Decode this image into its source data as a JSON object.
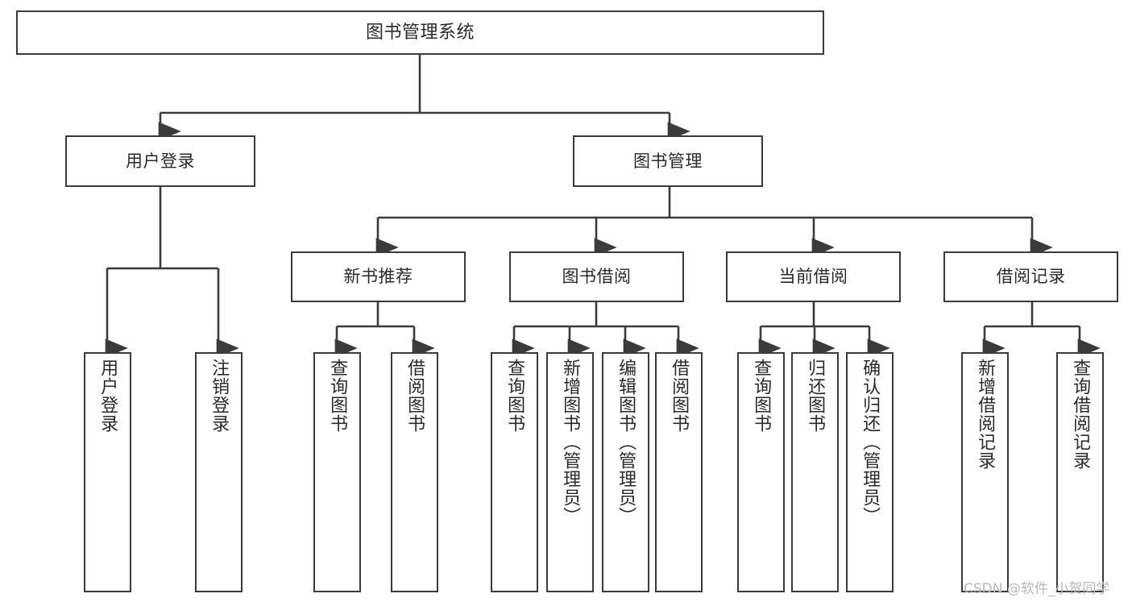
{
  "diagram": {
    "title": "图书管理系统",
    "type": "tree",
    "style": {
      "background": "#ffffff",
      "box_border": "#3b3b3b",
      "box_fill": "#ffffff",
      "text": "#2a2a2a",
      "line": "#3b3b3b"
    },
    "root": {
      "label": "图书管理系统",
      "orientation": "horizontal"
    },
    "level1": [
      {
        "label": "用户登录",
        "orientation": "horizontal"
      },
      {
        "label": "图书管理",
        "orientation": "horizontal"
      }
    ],
    "level2": [
      {
        "label": "新书推荐",
        "orientation": "horizontal",
        "parent": "图书管理"
      },
      {
        "label": "图书借阅",
        "orientation": "horizontal",
        "parent": "图书管理"
      },
      {
        "label": "当前借阅",
        "orientation": "horizontal",
        "parent": "图书管理"
      },
      {
        "label": "借阅记录",
        "orientation": "horizontal",
        "parent": "图书管理"
      }
    ],
    "leaves": [
      {
        "label": "用户登录",
        "orientation": "vertical",
        "parent": "用户登录"
      },
      {
        "label": "注销登录",
        "orientation": "vertical",
        "parent": "用户登录"
      },
      {
        "label": "查询图书",
        "orientation": "vertical",
        "parent": "新书推荐"
      },
      {
        "label": "借阅图书",
        "orientation": "vertical",
        "parent": "新书推荐"
      },
      {
        "label": "查询图书",
        "orientation": "vertical",
        "parent": "图书借阅"
      },
      {
        "label": "新增图书（管理员）",
        "orientation": "vertical",
        "parent": "图书借阅"
      },
      {
        "label": "编辑图书（管理员）",
        "orientation": "vertical",
        "parent": "图书借阅"
      },
      {
        "label": "借阅图书",
        "orientation": "vertical",
        "parent": "图书借阅"
      },
      {
        "label": "查询图书",
        "orientation": "vertical",
        "parent": "当前借阅"
      },
      {
        "label": "归还图书",
        "orientation": "vertical",
        "parent": "当前借阅"
      },
      {
        "label": "确认归还（管理员）",
        "orientation": "vertical",
        "parent": "当前借阅"
      },
      {
        "label": "新增借阅记录",
        "orientation": "vertical",
        "parent": "借阅记录"
      },
      {
        "label": "查询借阅记录",
        "orientation": "vertical",
        "parent": "借阅记录"
      }
    ]
  },
  "watermark": {
    "text": "CSDN @软件_小贺同学",
    "color": "#b9b9b9"
  }
}
